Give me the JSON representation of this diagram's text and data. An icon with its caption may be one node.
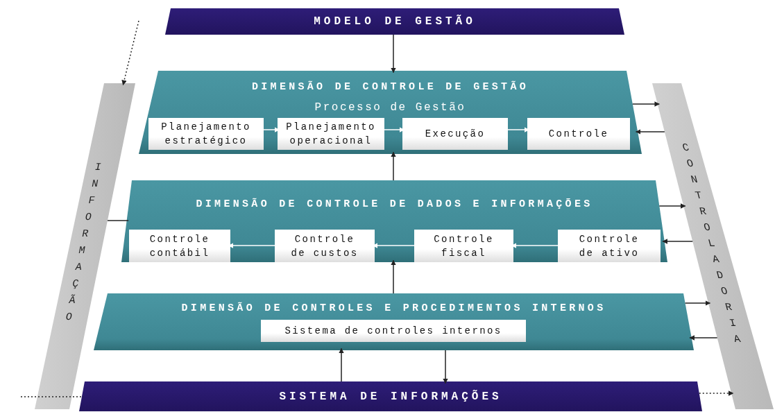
{
  "diagram": {
    "nodes": [
      {
        "text": [
          "MODELO DE GESTÃO"
        ]
      },
      {
        "text": [
          "INFORMAÇÃO"
        ]
      },
      {
        "text": [
          "CONTROLADORIA"
        ]
      },
      {
        "text": [
          "DIMENSÃO DE CONTROLE DE GESTÃO",
          "Processo de Gestão"
        ]
      },
      {
        "text": [
          "Planejamento estratégico"
        ],
        "in": 3
      },
      {
        "text": [
          "Planejamento operacional"
        ],
        "in": 3
      },
      {
        "text": [
          "Execução"
        ],
        "in": 3
      },
      {
        "text": [
          "Controle"
        ],
        "in": 3
      },
      {
        "text": [
          "DIMENSÃO DE CONTROLE DE DADOS E INFORMAÇÕES"
        ]
      },
      {
        "text": [
          "Controle contábil"
        ],
        "in": 8
      },
      {
        "text": [
          "Controle de custos"
        ],
        "in": 8
      },
      {
        "text": [
          "Controle fiscal"
        ],
        "in": 8
      },
      {
        "text": [
          "Controle de ativo"
        ],
        "in": 8
      },
      {
        "text": [
          "DIMENSÃO DE CONTROLES E PROCEDIMENTOS INTERNOS"
        ]
      },
      {
        "text": [
          "Sistema de controles internos"
        ],
        "in": 13
      },
      {
        "text": [
          "SISTEMA DE INFORMAÇÕES"
        ]
      }
    ],
    "edges": [
      {
        "from": 0,
        "to": 3,
        "arrow": "to"
      },
      {
        "from": 8,
        "to": 3,
        "arrow": "to"
      },
      {
        "from": 13,
        "to": 8,
        "arrow": "to"
      },
      {
        "from": 15,
        "to": 13,
        "arrow": "to"
      },
      {
        "from": 13,
        "to": 15,
        "arrow": "to"
      },
      {
        "from": 4,
        "to": 5,
        "arrow": "to",
        "color": "#ffffff"
      },
      {
        "from": 5,
        "to": 6,
        "arrow": "to",
        "color": "#ffffff"
      },
      {
        "from": 6,
        "to": 7,
        "arrow": "to",
        "color": "#ffffff"
      },
      {
        "from": 12,
        "to": 11,
        "arrow": "to",
        "color": "#ffffff"
      },
      {
        "from": 11,
        "to": 10,
        "arrow": "to",
        "color": "#ffffff"
      },
      {
        "from": 10,
        "to": 9,
        "arrow": "to",
        "color": "#ffffff"
      },
      {
        "from": 3,
        "to": 2,
        "arrow": "to"
      },
      {
        "from": 2,
        "to": 3,
        "arrow": "to"
      },
      {
        "from": 8,
        "to": 2,
        "arrow": "to"
      },
      {
        "from": 2,
        "to": 8,
        "arrow": "to"
      },
      {
        "from": 13,
        "to": 2,
        "arrow": "to"
      },
      {
        "from": 2,
        "to": 13,
        "arrow": "to"
      },
      {
        "from": 1,
        "to": 8,
        "arrow": "none"
      },
      {
        "from": null,
        "to": 1,
        "arrow": "to",
        "style": "dashed"
      },
      {
        "from": null,
        "to": 15,
        "arrow": "none",
        "style": "dashed"
      },
      {
        "from": 15,
        "to": 2,
        "arrow": "to",
        "style": "dashed"
      }
    ]
  }
}
